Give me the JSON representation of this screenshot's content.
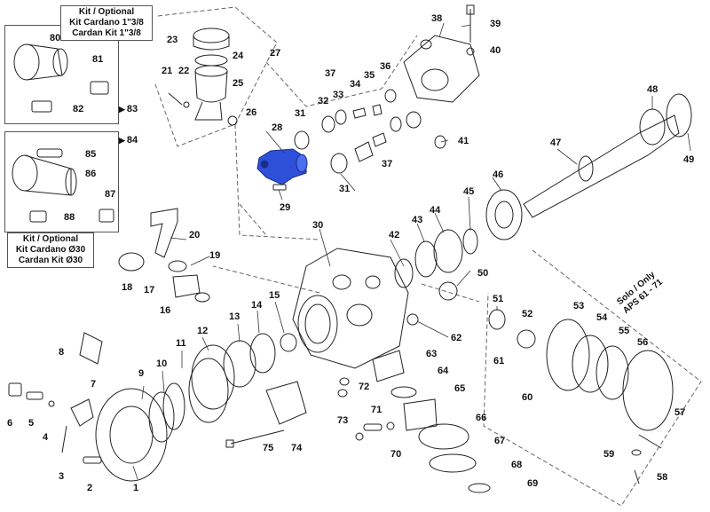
{
  "kits": {
    "top_left": {
      "line1": "Kit / Optional",
      "line2": "Kit Cardano 1\"3/8",
      "line3": "Cardan Kit 1\"3/8"
    },
    "bottom_left": {
      "line1": "Kit / Optional",
      "line2": "Kit Cardano Ø30",
      "line3": "Cardan Kit Ø30"
    },
    "callout_83": "83",
    "callout_84": "84"
  },
  "solo_only": {
    "line1": "Solo / Only",
    "line2": "APS 61 - 71"
  },
  "colors": {
    "highlight": "#2f50d8",
    "line": "#222222",
    "dash": "#555555"
  },
  "part_numbers": {
    "p1": "1",
    "p2": "2",
    "p3": "3",
    "p4": "4",
    "p5": "5",
    "p6": "6",
    "p7": "7",
    "p8": "8",
    "p9": "9",
    "p10": "10",
    "p11": "11",
    "p12": "12",
    "p13": "13",
    "p14": "14",
    "p15": "15",
    "p16": "16",
    "p17": "17",
    "p18": "18",
    "p19": "19",
    "p20": "20",
    "p21": "21",
    "p22": "22",
    "p23": "23",
    "p24": "24",
    "p25": "25",
    "p26": "26",
    "p27": "27",
    "p28": "28",
    "p29": "29",
    "p30": "30",
    "p31a": "31",
    "p31b": "31",
    "p32": "32",
    "p33": "33",
    "p34": "34",
    "p35": "35",
    "p36": "36",
    "p37a": "37",
    "p37b": "37",
    "p38": "38",
    "p39": "39",
    "p40": "40",
    "p41": "41",
    "p42": "42",
    "p43": "43",
    "p44": "44",
    "p45": "45",
    "p46": "46",
    "p47": "47",
    "p48": "48",
    "p49": "49",
    "p50": "50",
    "p51": "51",
    "p52": "52",
    "p53": "53",
    "p54": "54",
    "p55": "55",
    "p56": "56",
    "p57": "57",
    "p58": "58",
    "p59": "59",
    "p60": "60",
    "p61": "61",
    "p62": "62",
    "p63": "63",
    "p64": "64",
    "p65": "65",
    "p66": "66",
    "p67": "67",
    "p68": "68",
    "p69": "69",
    "p70": "70",
    "p71": "71",
    "p72": "72",
    "p73": "73",
    "p74": "74",
    "p75": "75",
    "p80": "80",
    "p81": "81",
    "p82": "82",
    "p85": "85",
    "p86": "86",
    "p87": "87",
    "p88": "88"
  }
}
